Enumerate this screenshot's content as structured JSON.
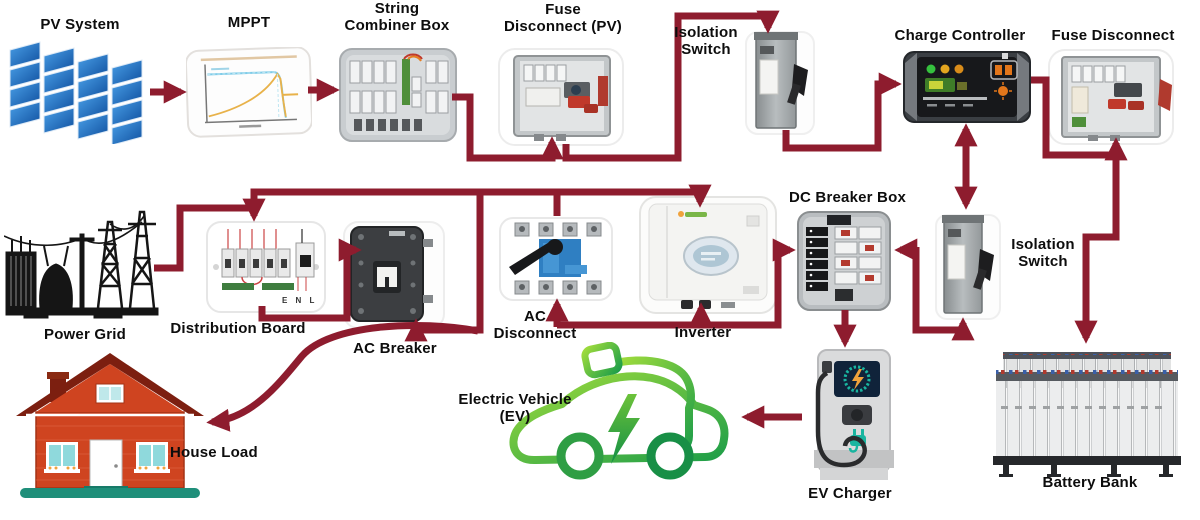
{
  "diagram": {
    "type": "system-block-diagram",
    "subject": "Solar PV / grid hybrid system with battery storage and EV charging"
  },
  "colors": {
    "connector": "#8e1c2e",
    "background": "#ffffff",
    "pv_panel_blue": "#2b7fd4",
    "ev_green_light": "#9edb3c",
    "ev_green_dark": "#1e9e49",
    "house_wall": "#cf4420",
    "house_roof": "#7c1f10",
    "house_ground": "#1f8f7a"
  },
  "nodes": {
    "pv_system": {
      "label": "PV System"
    },
    "mppt": {
      "label": "MPPT"
    },
    "string_combiner_box": {
      "label": "String\nCombiner Box"
    },
    "fuse_disconnect_pv": {
      "label": "Fuse\nDisconnect (PV)"
    },
    "isolation_switch_top": {
      "label": "Isolation\nSwitch"
    },
    "charge_controller": {
      "label": "Charge Controller"
    },
    "fuse_disconnect_battery": {
      "label": "Fuse Disconnect"
    },
    "power_grid": {
      "label": "Power Grid"
    },
    "distribution_board": {
      "label": "Distribution Board",
      "markings": "E N L"
    },
    "ac_breaker": {
      "label": "AC Breaker"
    },
    "ac_disconnect": {
      "label": "AC\nDisconnect"
    },
    "inverter": {
      "label": "Inverter"
    },
    "dc_breaker_box": {
      "label": "DC Breaker Box"
    },
    "isolation_switch_battery": {
      "label": "Isolation\nSwitch"
    },
    "battery_bank": {
      "label": "Battery Bank"
    },
    "house_load": {
      "label": "House Load"
    },
    "electric_vehicle": {
      "label": "Electric Vehicle\n(EV)"
    },
    "ev_charger": {
      "label": "EV Charger"
    }
  },
  "connections": [
    {
      "from": "pv_system",
      "to": "mppt",
      "direction": "single"
    },
    {
      "from": "mppt",
      "to": "string_combiner_box",
      "direction": "single"
    },
    {
      "from": "string_combiner_box",
      "to": "fuse_disconnect_pv",
      "direction": "single"
    },
    {
      "from": "fuse_disconnect_pv",
      "to": "isolation_switch_top",
      "direction": "single"
    },
    {
      "from": "isolation_switch_top",
      "to": "charge_controller",
      "direction": "single"
    },
    {
      "from": "charge_controller",
      "to": "isolation_switch_battery",
      "direction": "double"
    },
    {
      "from": "charge_controller",
      "to": "fuse_disconnect_battery",
      "direction": "single"
    },
    {
      "from": "charge_controller",
      "to": "battery_bank",
      "direction": "single"
    },
    {
      "from": "power_grid",
      "to": "distribution_board",
      "direction": "single"
    },
    {
      "from": "distribution_board",
      "to": "ac_breaker",
      "direction": "single"
    },
    {
      "from": "distribution_board",
      "to": "inverter",
      "direction": "single"
    },
    {
      "from": "ac_bus",
      "to": "ac_breaker",
      "direction": "single"
    },
    {
      "from": "ac_bus",
      "to": "house_load",
      "direction": "single"
    },
    {
      "from": "ac_bus",
      "to": "ac_disconnect",
      "direction": "plain"
    },
    {
      "from": "ac_line",
      "to": "ac_disconnect",
      "direction": "single"
    },
    {
      "from": "ac_line",
      "to": "inverter",
      "direction": "single"
    },
    {
      "from": "ac_line",
      "to": "dc_breaker_box",
      "direction": "single"
    },
    {
      "from": "dc_breaker_box",
      "to": "isolation_switch_battery",
      "direction": "double"
    },
    {
      "from": "dc_breaker_box",
      "to": "ev_charger",
      "direction": "single"
    },
    {
      "from": "ev_charger",
      "to": "electric_vehicle",
      "direction": "single"
    }
  ]
}
